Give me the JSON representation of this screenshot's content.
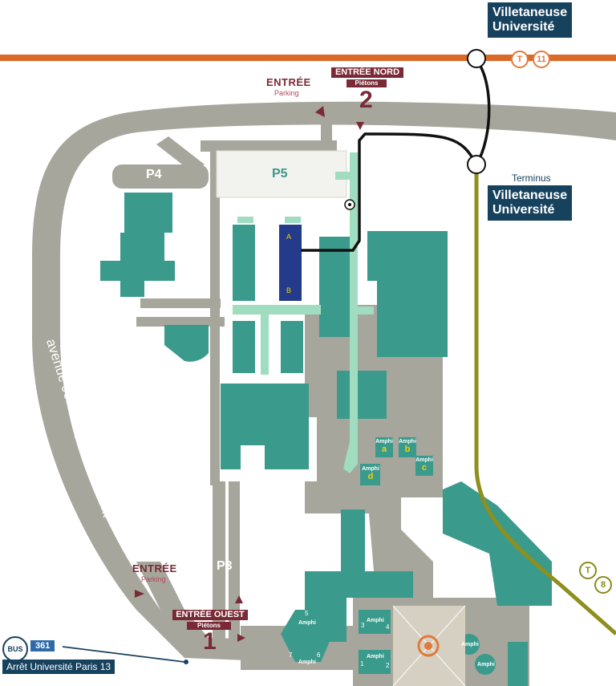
{
  "colors": {
    "road": "#a8a89e",
    "building": "#3a9a8c",
    "tram_t11": "#d96a2a",
    "tram_t8": "#8f8f1e",
    "bus": "#17425e",
    "entrance": "#7a2a36",
    "walkway": "#9fdcc0",
    "highlight_building": "#243a8a"
  },
  "stations": {
    "top": {
      "line1": "Villetaneuse",
      "line2": "Université"
    },
    "terminus_label": "Terminus",
    "middle": {
      "line1": "Villetaneuse",
      "line2": "Université"
    }
  },
  "tram_lines": {
    "t11": "11",
    "t8": "8",
    "t_symbol": "T"
  },
  "entrances": {
    "north_parking": {
      "title": "ENTRÉE",
      "sub": "Parking"
    },
    "north": {
      "title": "ENTRÉE NORD",
      "sub": "Piétons",
      "number": "2"
    },
    "west_parking": {
      "title": "ENTRÉE",
      "sub": "Parking"
    },
    "west": {
      "title": "ENTRÉE OUEST",
      "sub": "Piétons",
      "number": "1"
    }
  },
  "parkings": {
    "p3": "P3",
    "p4": "P4",
    "p5": "P5"
  },
  "street_name": "avenue Jean-Baptiste Clément",
  "building_a_b": {
    "a": "A",
    "b": "B"
  },
  "amphis": {
    "label": "Amphi",
    "a": "a",
    "b": "b",
    "c": "c",
    "d": "d",
    "numbers": [
      "1",
      "2",
      "3",
      "4",
      "5",
      "6",
      "7"
    ]
  },
  "bus": {
    "badge": "BUS",
    "line": "361",
    "stop": "Arrêt Université Paris 13"
  }
}
